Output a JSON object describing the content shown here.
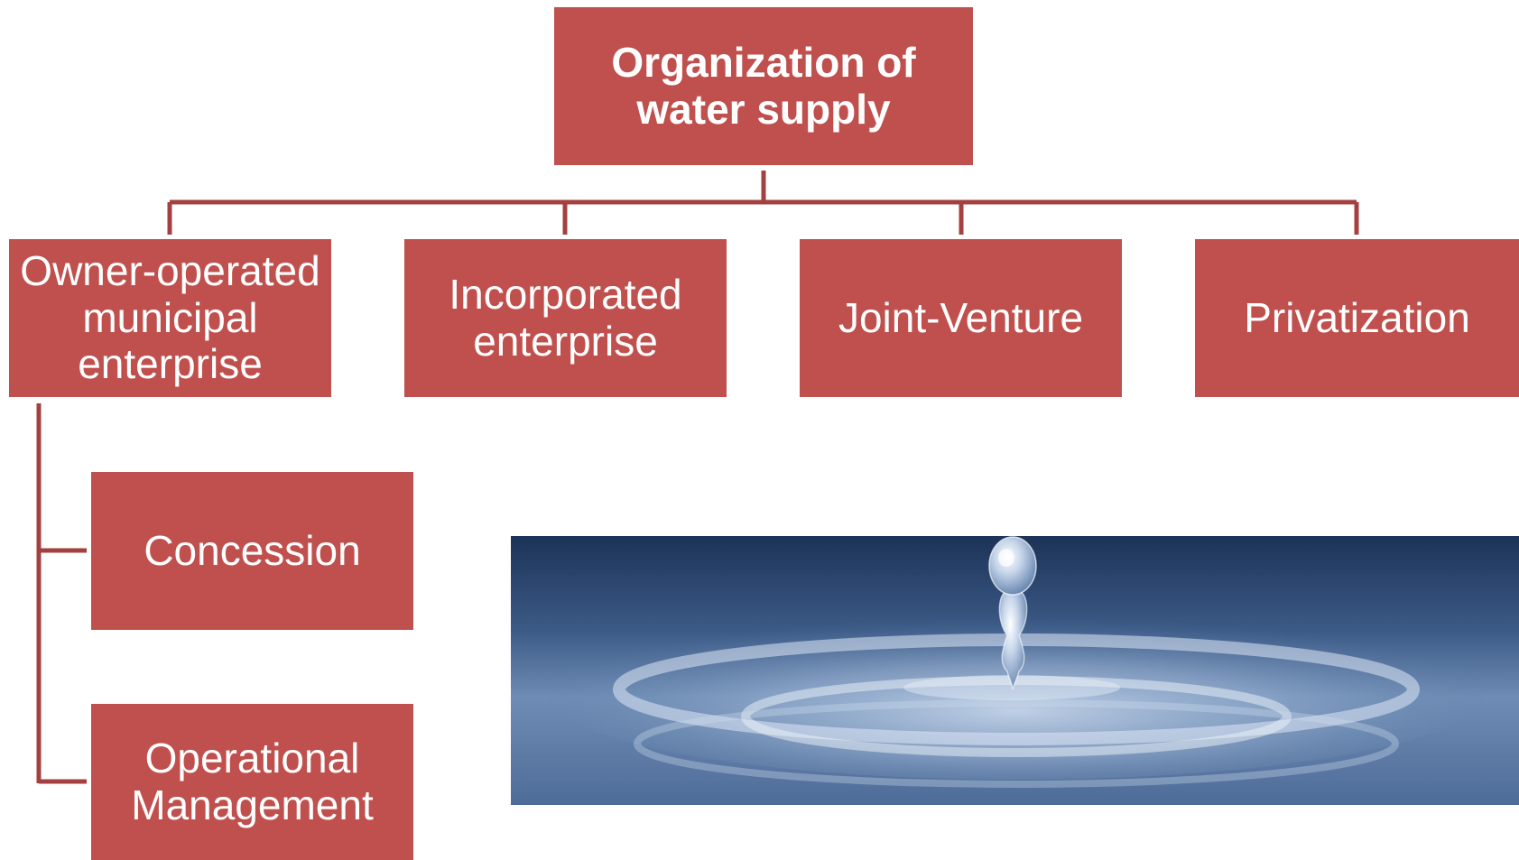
{
  "colors": {
    "box_fill": "#C0504D",
    "connector": "#A4403F",
    "text": "#FFFFFF"
  },
  "diagram": {
    "root": {
      "label": "Organization of\nwater supply"
    },
    "children": [
      {
        "label": "Owner-operated\nmunicipal\nenterprise"
      },
      {
        "label": "Incorporated\nenterprise"
      },
      {
        "label": "Joint-Venture"
      },
      {
        "label": "Privatization"
      }
    ],
    "subchildren": [
      {
        "label": "Concession"
      },
      {
        "label": "Operational\nManagement"
      }
    ]
  },
  "image": {
    "subject": "water-droplet-photo"
  }
}
